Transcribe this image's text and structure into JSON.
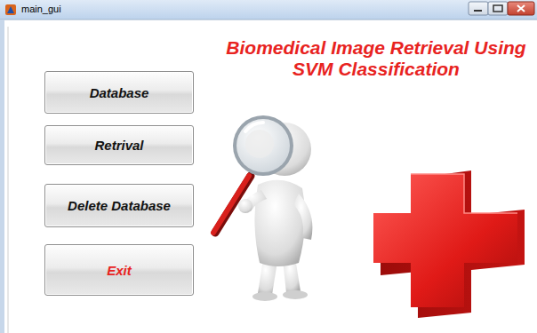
{
  "diagram": {
    "title": "Biomedical Image Retrieval Using SVM Classification",
    "nodes": [
      {
        "text": [
          "Database"
        ]
      },
      {
        "text": [
          "Retrival"
        ]
      },
      {
        "text": [
          "Delete Database"
        ]
      },
      {
        "text": [
          "Exit"
        ]
      }
    ],
    "labels": [
      "main_gui"
    ]
  }
}
